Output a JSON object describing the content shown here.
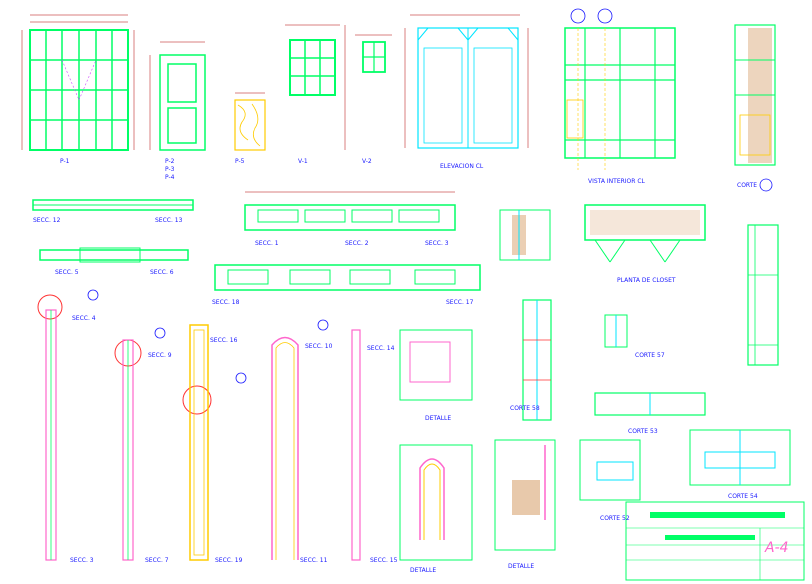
{
  "sheet": {
    "sheet_code": "A-4",
    "labels": {
      "p1": "P-1",
      "p2": "P-2",
      "p3": "P-3",
      "p4": "P-4",
      "p5": "P-5",
      "v1": "V-1",
      "v2": "V-2",
      "elevacion": "ELEVACION CL",
      "vista_interior": "VISTA INTERIOR CL",
      "corte_a": "CORTE",
      "secc_12": "SECC. 12",
      "secc_13": "SECC. 13",
      "secc_5": "SECC. 5",
      "secc_6": "SECC. 6",
      "secc_1": "SECC. 1",
      "secc_2": "SECC. 2",
      "secc_3_top": "SECC. 3",
      "secc_18": "SECC. 18",
      "secc_17": "SECC. 17",
      "planta_closet": "PLANTA DE CLOSET",
      "secc_4": "SECC. 4",
      "secc_9": "SECC. 9",
      "secc_16": "SECC. 16",
      "secc_10": "SECC. 10",
      "secc_14": "SECC. 14",
      "secc_3": "SECC. 3",
      "secc_7": "SECC. 7",
      "secc_15": "SECC. 15",
      "secc_11": "SECC. 11",
      "secc_19": "SECC. 19",
      "detalle_1": "DETALLE",
      "detalle_2": "DETALLE",
      "detalle_3": "DETALLE",
      "corte_58": "CORTE 58",
      "corte_57": "CORTE 57",
      "corte_53": "CORTE 53",
      "corte_52": "CORTE 52",
      "corte_54": "CORTE 54"
    }
  }
}
